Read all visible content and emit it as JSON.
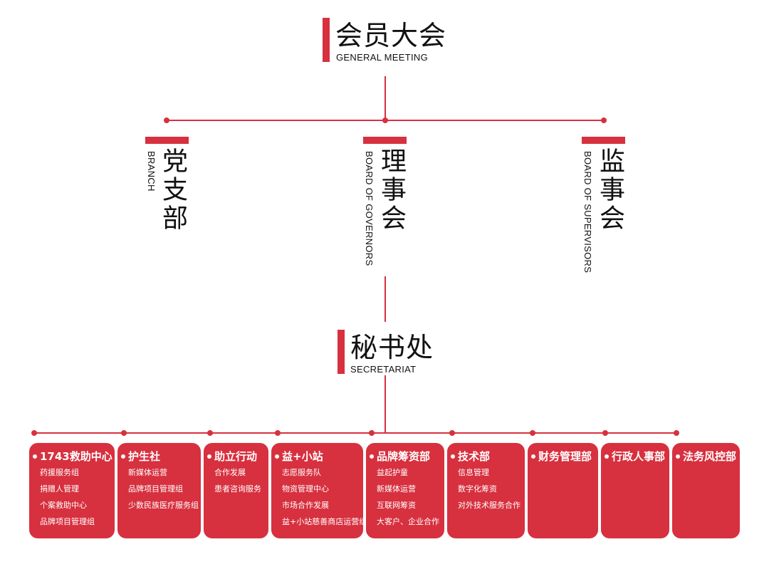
{
  "accent_color": "#d7303f",
  "general_meeting": {
    "title": "会员大会",
    "subtitle": "GENERAL MEETING"
  },
  "branches": [
    {
      "title": "党支部",
      "subtitle": "BRANCH"
    },
    {
      "title": "理事会",
      "subtitle": "BOARD OF GOVERNORS"
    },
    {
      "title": "监事会",
      "subtitle": "BOARD OF SUPERVISORS"
    }
  ],
  "secretariat": {
    "title": "秘书处",
    "subtitle": "SECRETARIAT"
  },
  "departments": [
    {
      "title": "1743救助中心",
      "items": [
        "药援服务组",
        "捐赠人管理",
        "个案救助中心",
        "品牌项目管理组"
      ]
    },
    {
      "title": "护生社",
      "items": [
        "新媒体运营",
        "品牌项目管理组",
        "少数民族医疗服务组"
      ]
    },
    {
      "title": "助立行动",
      "items": [
        "合作发展",
        "患者咨询服务"
      ]
    },
    {
      "title": "益+小站",
      "items": [
        "志愿服务队",
        "物资管理中心",
        "市场合作发展",
        "益+小站慈善商店运营组"
      ]
    },
    {
      "title": "品牌筹资部",
      "items": [
        "益起护童",
        "新媒体运营",
        "互联网筹资",
        "大客户、企业合作"
      ]
    },
    {
      "title": "技术部",
      "items": [
        "信息管理",
        "数字化筹资",
        "对外技术服务合作"
      ]
    },
    {
      "title": "财务管理部",
      "items": []
    },
    {
      "title": "行政人事部",
      "items": []
    },
    {
      "title": "法务风控部",
      "items": []
    }
  ]
}
